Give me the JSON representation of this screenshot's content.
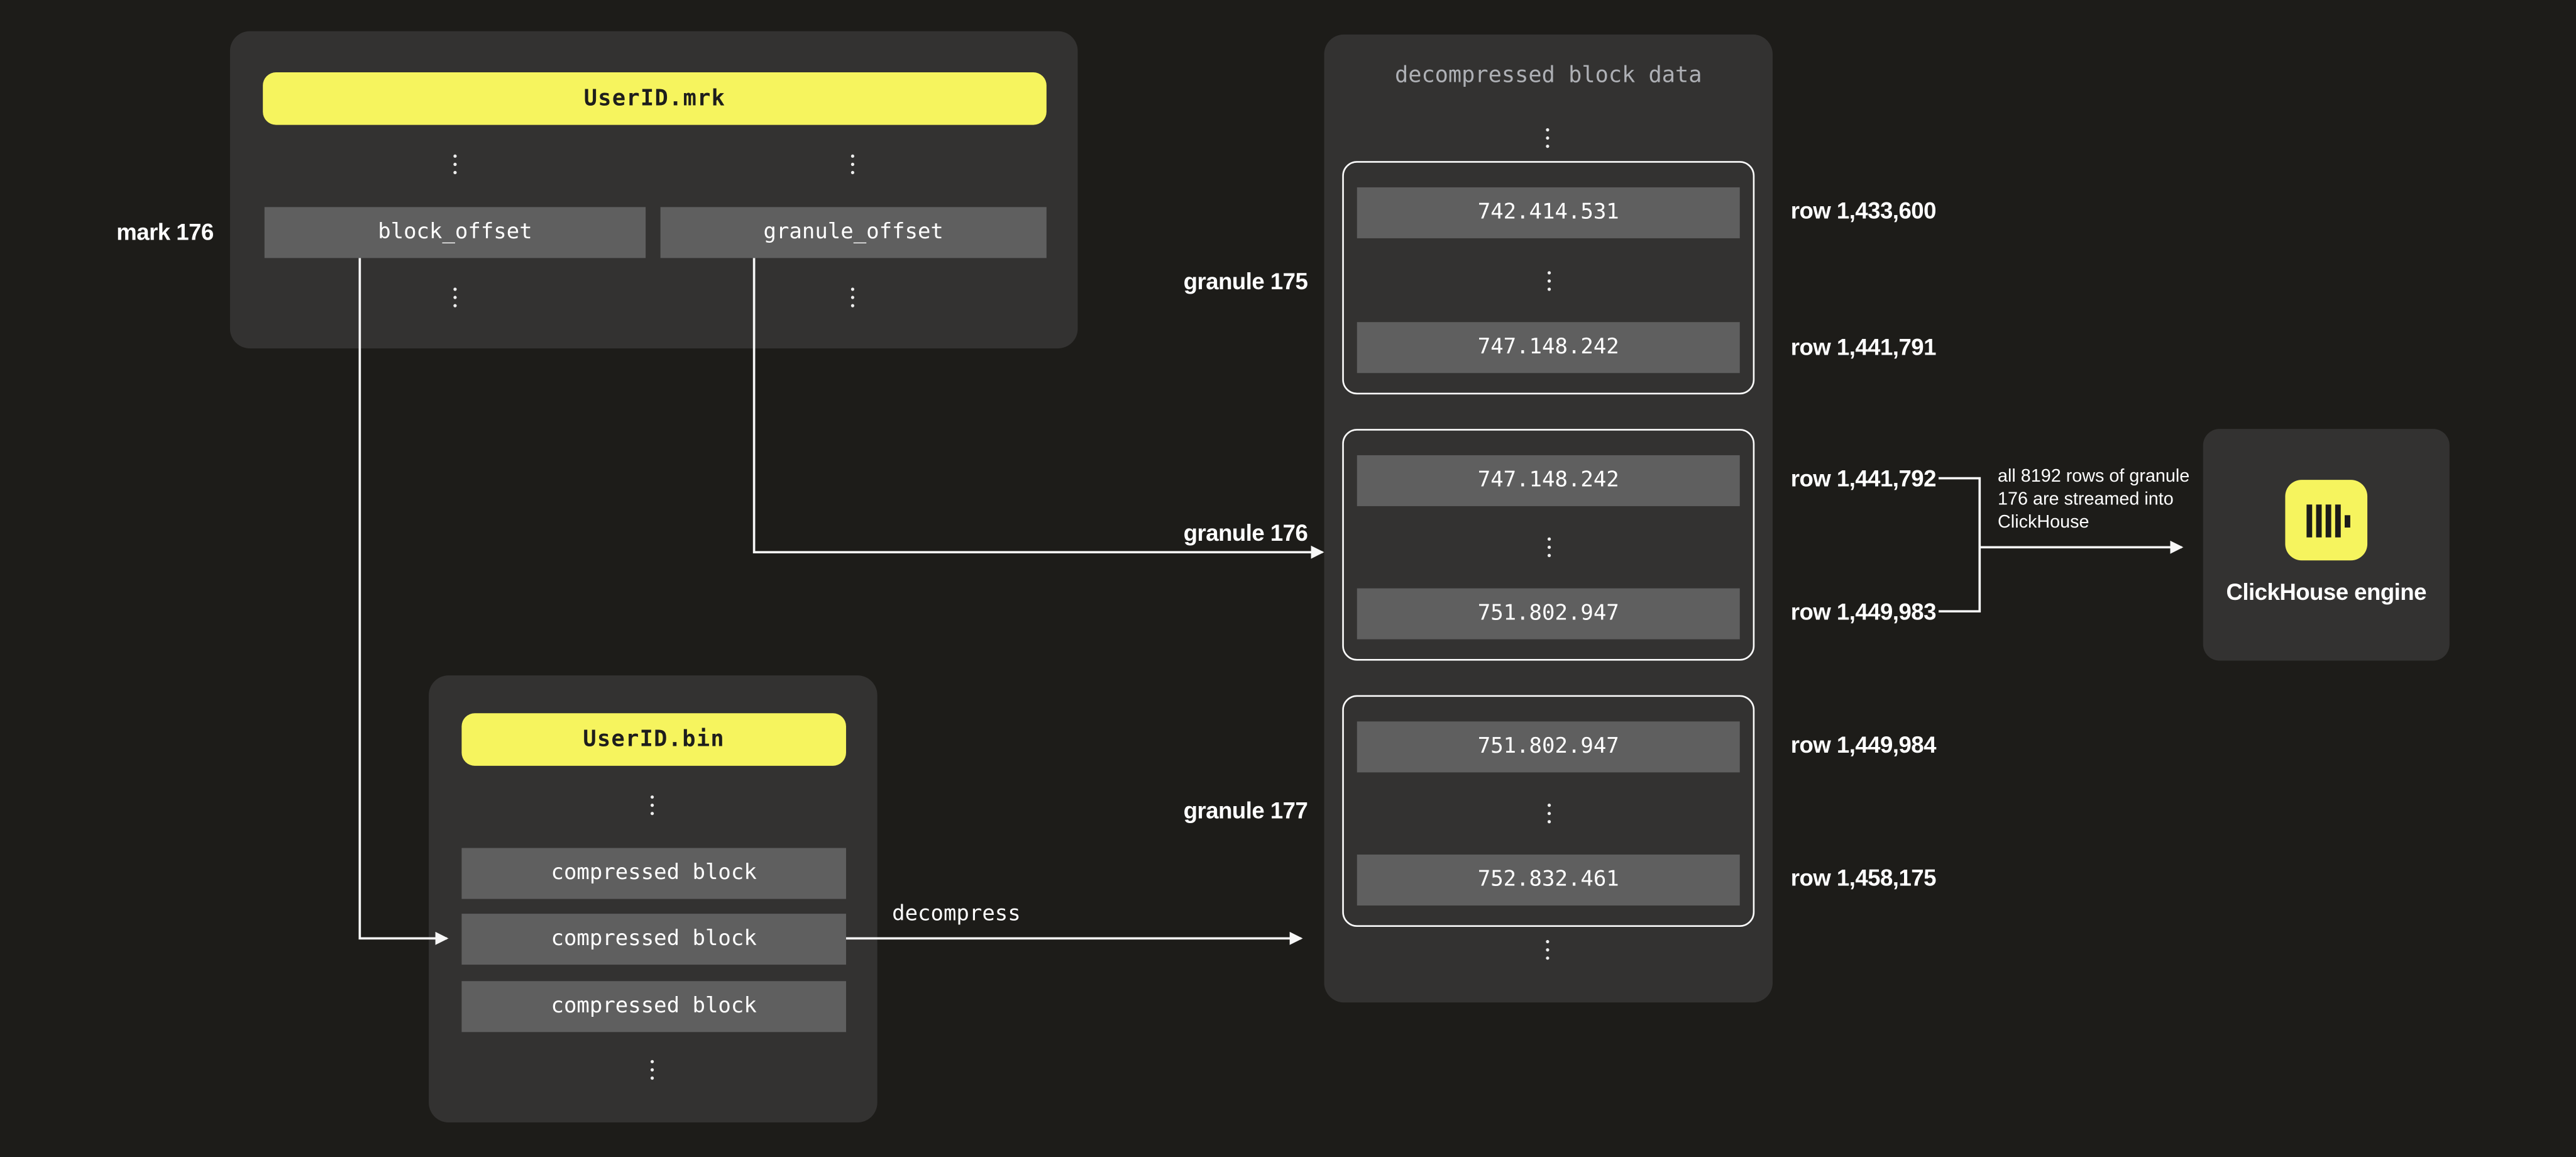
{
  "colors": {
    "background": "#1d1c19",
    "panel": "#333231",
    "gray_box": "#5f5f5f",
    "accent_yellow": "#f6f45e",
    "wire": "#f7f7f7",
    "muted_title": "#aeb0b5"
  },
  "mrk": {
    "file": "UserID.mrk",
    "mark_label": "mark 176",
    "columns": [
      "block_offset",
      "granule_offset"
    ]
  },
  "bin": {
    "file": "UserID.bin",
    "blocks": [
      "compressed block",
      "compressed block",
      "compressed block"
    ]
  },
  "decompress_label": "decompress",
  "dec": {
    "title": "decompressed block data",
    "granules": [
      {
        "label": "granule 175",
        "first_value": "742.414.531",
        "last_value": "747.148.242",
        "first_row": "row 1,433,600",
        "last_row": "row 1,441,791"
      },
      {
        "label": "granule 176",
        "first_value": "747.148.242",
        "last_value": "751.802.947",
        "first_row": "row 1,441,792",
        "last_row": "row 1,449,983"
      },
      {
        "label": "granule 177",
        "first_value": "751.802.947",
        "last_value": "752.832.461",
        "first_row": "row 1,449,984",
        "last_row": "row 1,458,175"
      }
    ]
  },
  "annotation": {
    "line1": "all 8192 rows of granule",
    "line2": "176 are streamed into",
    "line3": "ClickHouse"
  },
  "engine": {
    "label": "ClickHouse engine"
  }
}
